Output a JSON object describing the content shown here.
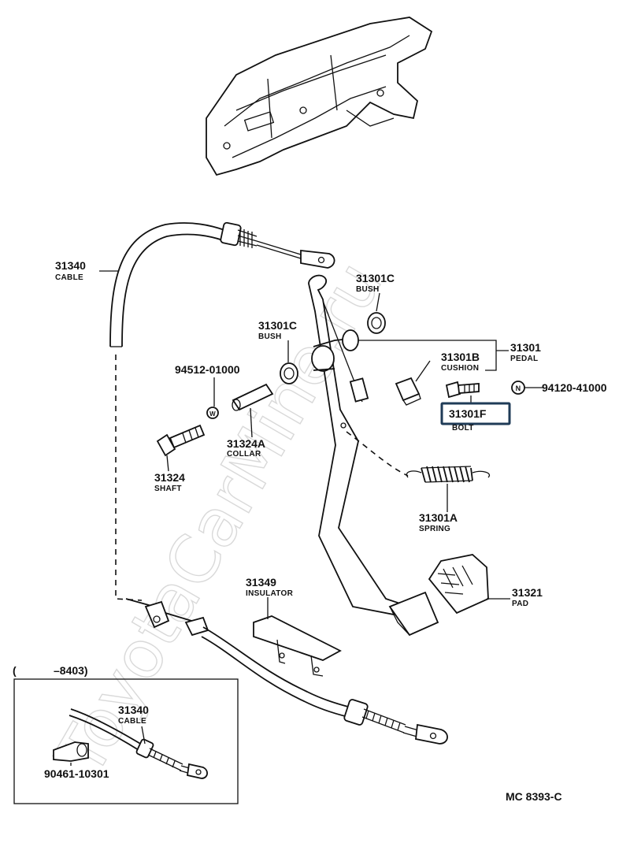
{
  "watermark": "ToyotaCarMine.ru",
  "labels": {
    "cable_main_no": "31340",
    "cable_main_name": "CABLE",
    "bush_upper_no": "31301C",
    "bush_upper_name": "BUSH",
    "bush_left_no": "31301C",
    "bush_left_name": "BUSH",
    "pedal_no": "31301",
    "pedal_name": "PEDAL",
    "cushion_no": "31301B",
    "cushion_name": "CUSHION",
    "washer_no": "94512-01000",
    "washer_symbol": "W",
    "nut_symbol": "N",
    "nut_no": "94120-41000",
    "bolt_no": "31301F",
    "bolt_name": "BOLT",
    "collar_no": "31324A",
    "collar_name": "COLLAR",
    "shaft_no": "31324",
    "shaft_name": "SHAFT",
    "spring_no": "31301A",
    "spring_name": "SPRING",
    "insulator_no": "31349",
    "insulator_name": "INSULATOR",
    "pad_no": "31321",
    "pad_name": "PAD",
    "inset_range_open": "(",
    "inset_range": "–8403)",
    "inset_cable_no": "31340",
    "inset_cable_name": "CABLE",
    "inset_clamp_no": "90461-10301",
    "diagram_code": "MC 8393-C"
  },
  "highlight": {
    "target": "31301F",
    "color": "#1f3b57"
  }
}
